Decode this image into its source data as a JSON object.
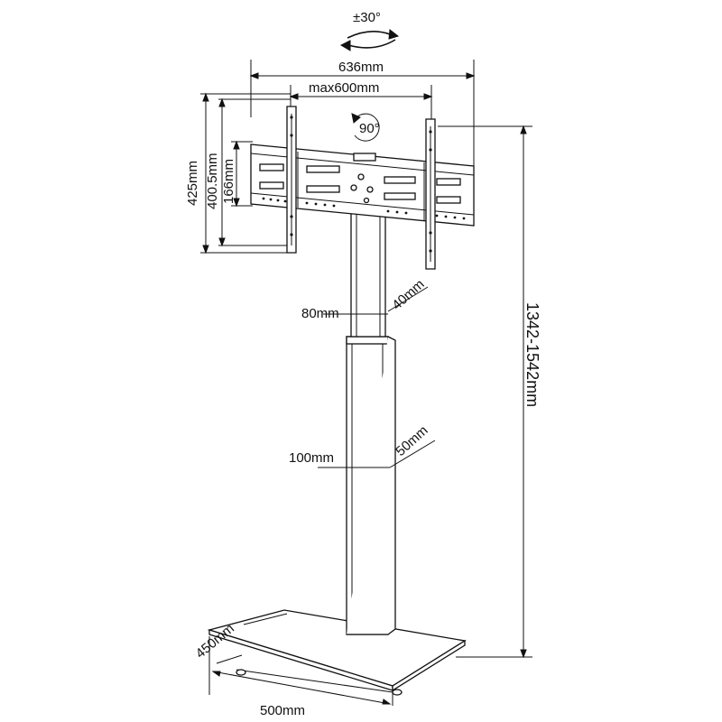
{
  "dimensions": {
    "tilt": "±30°",
    "mount_width": "636mm",
    "vesa_width": "max600mm",
    "rotation": "90°",
    "height_outer": "425mm",
    "height_mid": "400.5mm",
    "height_inner": "166mm",
    "upper_column_width": "80mm",
    "upper_column_depth": "40mm",
    "lower_column_width": "100mm",
    "lower_column_depth": "50mm",
    "total_height": "1342-1542mm",
    "base_depth": "450mm",
    "base_width": "500mm"
  }
}
